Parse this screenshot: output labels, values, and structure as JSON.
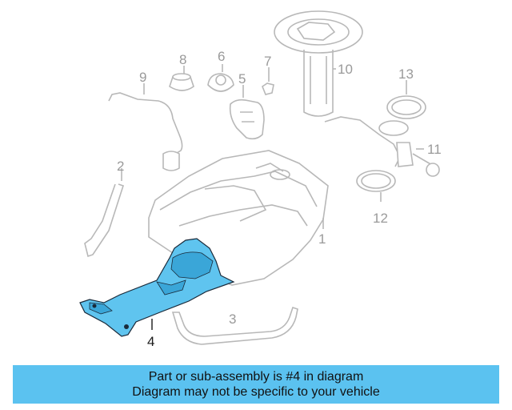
{
  "callouts": {
    "c1": "1",
    "c2": "2",
    "c3": "3",
    "c4": "4",
    "c5": "5",
    "c6": "6",
    "c7": "7",
    "c8": "8",
    "c9": "9",
    "c10": "10",
    "c11": "11",
    "c12": "12",
    "c13": "13"
  },
  "banner": {
    "line1": "Part or sub-assembly is #4 in diagram",
    "line2": "Diagram may not be specific to your vehicle"
  },
  "colors": {
    "highlight": "#5fc4ef",
    "banner_bg": "#5bc2f0",
    "line_art": "#b8b8b8"
  }
}
